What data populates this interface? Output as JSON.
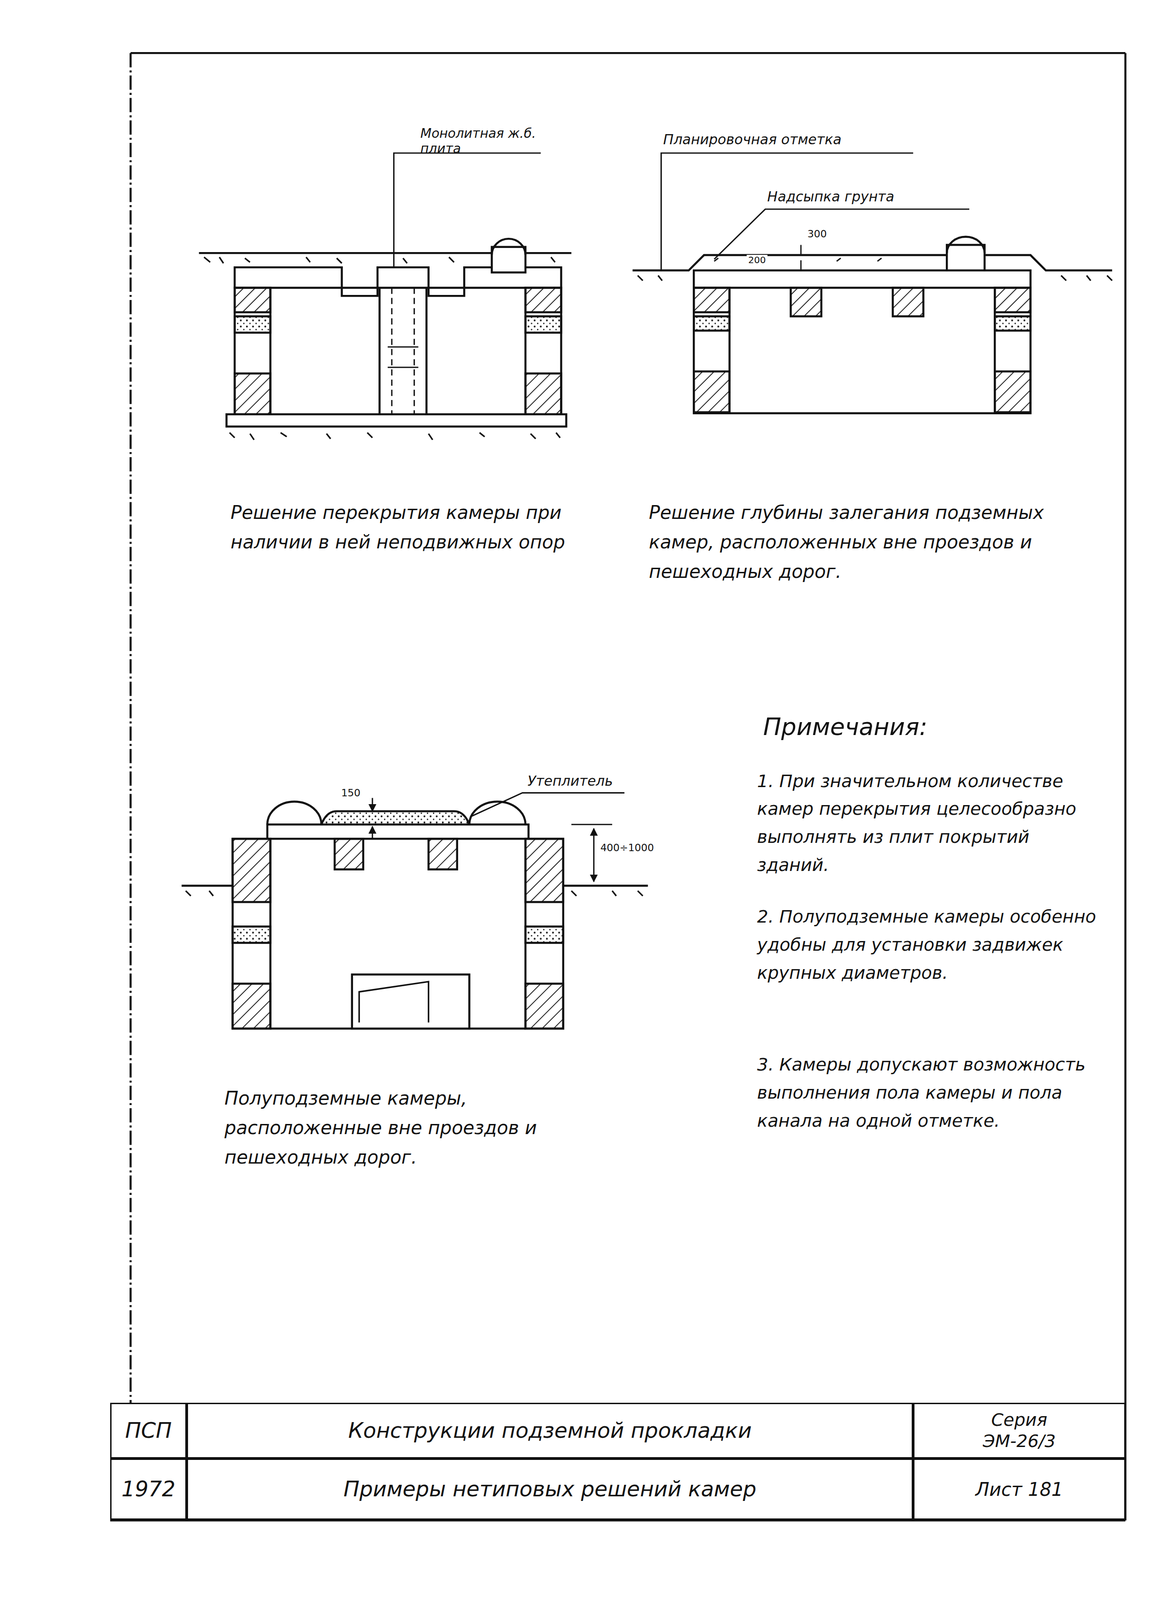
{
  "diagram": {
    "nodes": [
      {
        "text": [
          "ПСП"
        ]
      },
      {
        "text": [
          "1972"
        ]
      },
      {
        "text": [
          "Конструкции подземной прокладки"
        ]
      },
      {
        "text": [
          "Примеры нетиповых решений камер"
        ]
      },
      {
        "text": [
          "Серия",
          "ЭМ-26/3"
        ]
      },
      {
        "text": [
          "Лист 181"
        ]
      }
    ],
    "labels": [
      "Монолитная ж.б. плита",
      "Планировочная отметка",
      "Надсыпка грунта",
      "300",
      "200",
      "Решение перекрытия камеры при наличии в ней неподвижных опор",
      "Решение глубины залегания подземных камер, расположенных вне проездов и пешеходных дорог.",
      "Утеплитель",
      "150",
      "400÷1000",
      "Полуподземные камеры, расположенные вне проездов и пешеходных дорог.",
      "Примечания:",
      "1. При значительном количестве камер перекрытия целесообразно выполнять из плит покрытий зданий.",
      "2. Полуподземные камеры особенно удобны для установки задвижек крупных диаметров.",
      "3. Камеры допускают возможность выполнения пола камеры и пола канала на одной отметке."
    ]
  }
}
